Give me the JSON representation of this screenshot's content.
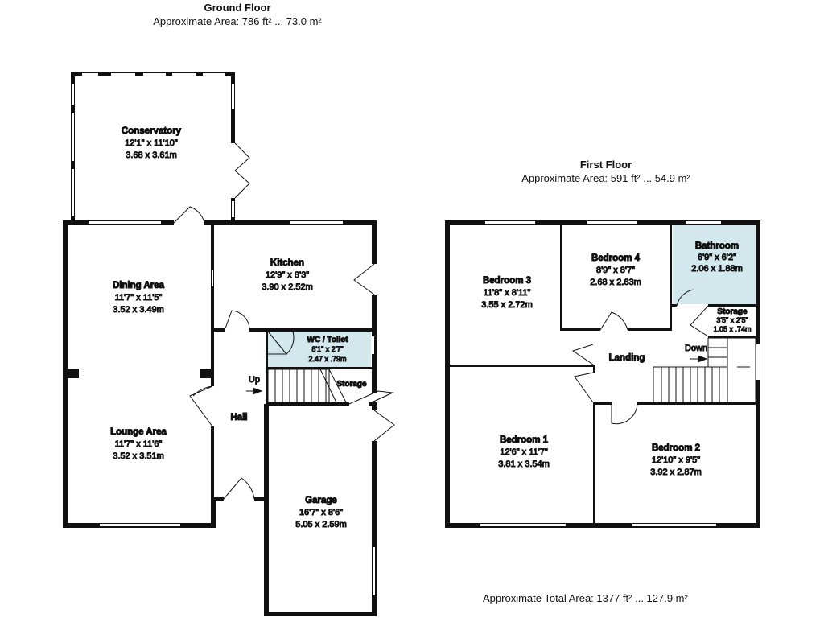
{
  "ground_floor": {
    "title": "Ground Floor",
    "area": "Approximate Area: 786 ft² ... 73.0 m²",
    "rooms": {
      "conservatory": {
        "name": "Conservatory",
        "imperial": "12'1\" x 11'10\"",
        "metric": "3.68 x 3.61m"
      },
      "dining": {
        "name": "Dining Area",
        "imperial": "11'7\" x 11'5\"",
        "metric": "3.52 x 3.49m"
      },
      "lounge": {
        "name": "Lounge Area",
        "imperial": "11'7\" x 11'6\"",
        "metric": "3.52 x 3.51m"
      },
      "kitchen": {
        "name": "Kitchen",
        "imperial": "12'9\" x 8'3\"",
        "metric": "3.90 x 2.52m"
      },
      "wc": {
        "name": "WC / Toilet",
        "imperial": "8'1\" x 2'7\"",
        "metric": "2.47 x .79m"
      },
      "storage": {
        "name": "Storage"
      },
      "hall": {
        "name": "Hall"
      },
      "garage": {
        "name": "Garage",
        "imperial": "16'7\" x 8'6\"",
        "metric": "5.05 x 2.59m"
      }
    },
    "stairs_label": "Up"
  },
  "first_floor": {
    "title": "First Floor",
    "area": "Approximate Area: 591 ft² ... 54.9 m²",
    "rooms": {
      "bedroom3": {
        "name": "Bedroom 3",
        "imperial": "11'8\" x 8'11\"",
        "metric": "3.55 x 2.72m"
      },
      "bedroom4": {
        "name": "Bedroom 4",
        "imperial": "8'9\" x 8'7\"",
        "metric": "2.68 x 2.63m"
      },
      "bathroom": {
        "name": "Bathroom",
        "imperial": "6'9\" x 6'2\"",
        "metric": "2.06 x 1.88m"
      },
      "storage": {
        "name": "Storage",
        "imperial": "3'5\" x 2'5\"",
        "metric": "1.05 x .74m"
      },
      "landing": {
        "name": "Landing"
      },
      "bedroom1": {
        "name": "Bedroom 1",
        "imperial": "12'6\" x 11'7\"",
        "metric": "3.81 x 3.54m"
      },
      "bedroom2": {
        "name": "Bedroom 2",
        "imperial": "12'10\" x 9'5\"",
        "metric": "3.92 x 2.87m"
      }
    },
    "stairs_label": "Down"
  },
  "total_area": "Approximate Total Area: 1377 ft² ... 127.9 m²",
  "colors": {
    "wall": "#111111",
    "wet_room": "#d3e8ec",
    "window": "#ffffff",
    "stairs": "#ffffff"
  }
}
